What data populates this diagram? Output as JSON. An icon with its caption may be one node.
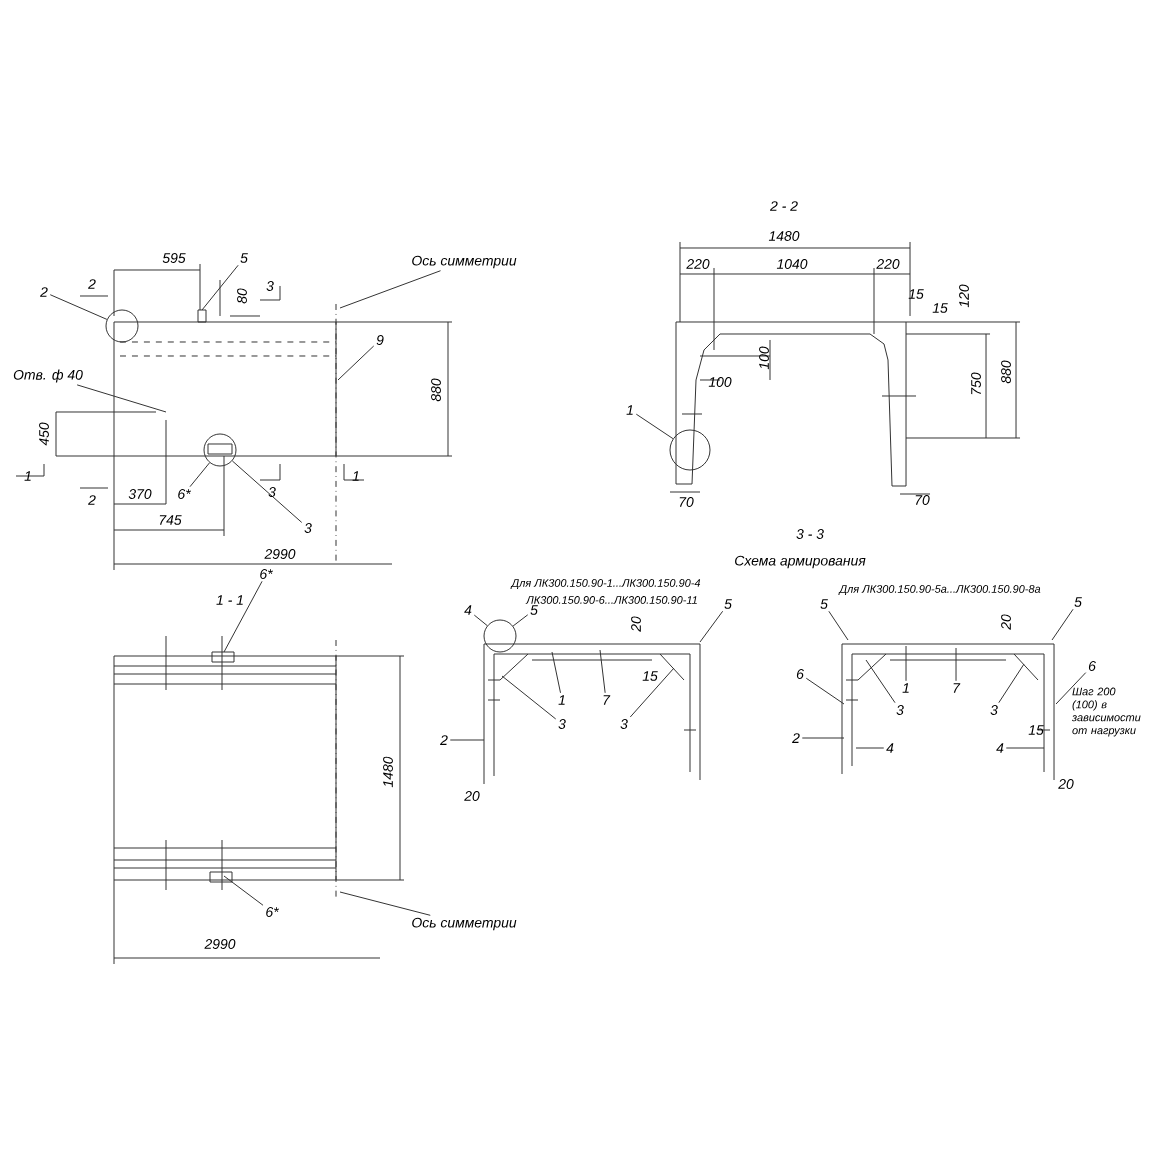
{
  "diagram": {
    "nodes": [
      {
        "text": [
          "2"
        ]
      },
      {
        "text": [],
        "shape": "circle"
      },
      {
        "text": [
          "3"
        ]
      },
      {
        "text": [],
        "shape": "circle"
      },
      {
        "text": [
          "1"
        ]
      },
      {
        "text": [],
        "shape": "circle"
      },
      {
        "text": [
          "4"
        ]
      },
      {
        "text": [],
        "shape": "circle"
      },
      {
        "text": [
          "Ось симметрии"
        ]
      },
      {
        "text": [
          "Отв. ф 40"
        ]
      },
      {
        "text": [
          "9"
        ]
      },
      {
        "text": [
          "5"
        ]
      },
      {
        "text": [
          "6*"
        ]
      },
      {
        "text": [
          "6*"
        ]
      },
      {
        "text": [
          "6*"
        ]
      },
      {
        "text": [
          "Ось симметрии"
        ]
      },
      {
        "text": [],
        "shape": "picture"
      },
      {
        "text": [
          "5"
        ]
      },
      {
        "text": [
          "5"
        ]
      },
      {
        "text": [
          "1"
        ],
        "in": 16
      },
      {
        "text": [
          "7"
        ],
        "in": 16
      },
      {
        "text": [
          "3"
        ],
        "in": 16
      },
      {
        "text": [
          "3"
        ],
        "in": 16
      },
      {
        "text": [
          "2"
        ]
      },
      {
        "text": [],
        "shape": "picture"
      },
      {
        "text": [
          "5"
        ]
      },
      {
        "text": [
          "5"
        ]
      },
      {
        "text": [
          "6"
        ]
      },
      {
        "text": [
          "1"
        ],
        "in": 24
      },
      {
        "text": [
          "7"
        ],
        "in": 24
      },
      {
        "text": [
          "3"
        ],
        "in": 24
      },
      {
        "text": [
          "3"
        ],
        "in": 24
      },
      {
        "text": [
          "6"
        ]
      },
      {
        "text": [
          "4"
        ],
        "in": 24
      },
      {
        "text": [
          "4"
        ],
        "in": 24
      },
      {
        "text": [
          "2"
        ]
      }
    ],
    "edges": [
      {
        "from": 0,
        "to": 1,
        "arrow": "none"
      },
      {
        "from": 2,
        "to": 3,
        "arrow": "none"
      },
      {
        "from": 4,
        "to": 5,
        "arrow": "none"
      },
      {
        "from": 6,
        "to": 7,
        "arrow": "none"
      },
      {
        "from": 8,
        "to": null,
        "arrow": "none"
      },
      {
        "from": 9,
        "to": null,
        "arrow": "none"
      },
      {
        "from": 10,
        "to": null,
        "arrow": "none"
      },
      {
        "from": 11,
        "to": null,
        "arrow": "none"
      },
      {
        "from": 12,
        "to": 3,
        "arrow": "none"
      },
      {
        "from": 13,
        "to": null,
        "arrow": "none"
      },
      {
        "from": 14,
        "to": null,
        "arrow": "none"
      },
      {
        "from": 15,
        "to": null,
        "arrow": "none"
      },
      {
        "from": 17,
        "to": 7,
        "arrow": "none"
      },
      {
        "from": 18,
        "to": 16,
        "arrow": "none"
      },
      {
        "from": 19,
        "to": 16,
        "arrow": "none"
      },
      {
        "from": 20,
        "to": 16,
        "arrow": "none"
      },
      {
        "from": 21,
        "to": 16,
        "arrow": "none"
      },
      {
        "from": 22,
        "to": 16,
        "arrow": "none"
      },
      {
        "from": 23,
        "to": 16,
        "arrow": "none"
      },
      {
        "from": 25,
        "to": 24,
        "arrow": "none"
      },
      {
        "from": 26,
        "to": 24,
        "arrow": "none"
      },
      {
        "from": 27,
        "to": 24,
        "arrow": "none"
      },
      {
        "from": 28,
        "to": 24,
        "arrow": "none"
      },
      {
        "from": 29,
        "to": 24,
        "arrow": "none"
      },
      {
        "from": 30,
        "to": 24,
        "arrow": "none"
      },
      {
        "from": 31,
        "to": 24,
        "arrow": "none"
      },
      {
        "from": 32,
        "to": 24,
        "arrow": "none"
      },
      {
        "from": 33,
        "to": 24,
        "arrow": "none"
      },
      {
        "from": 34,
        "to": 24,
        "arrow": "none"
      },
      {
        "from": 35,
        "to": 24,
        "arrow": "none"
      }
    ],
    "labels": [
      "2 - 2",
      "595",
      "2",
      "80",
      "3",
      "1480",
      "220",
      "1040",
      "220",
      "15",
      "15",
      "120",
      "880",
      "100",
      "100",
      "750",
      "880",
      "450",
      "1",
      "2",
      "370",
      "3",
      "1",
      "745",
      "70",
      "70",
      "2990",
      "3 - 3",
      "Схема армирования",
      "1 - 1",
      "Для ЛК300.150.90-1...ЛК300.150.90-4",
      "ЛК300.150.90-6...ЛК300.150.90-11",
      "Для ЛК300.150.90-5а...ЛК300.150.90-8а",
      "20",
      "20",
      "15",
      "15",
      "Шаг 200 (100) в зависимости от нагрузки",
      "1480",
      "20",
      "20",
      "2990"
    ]
  }
}
